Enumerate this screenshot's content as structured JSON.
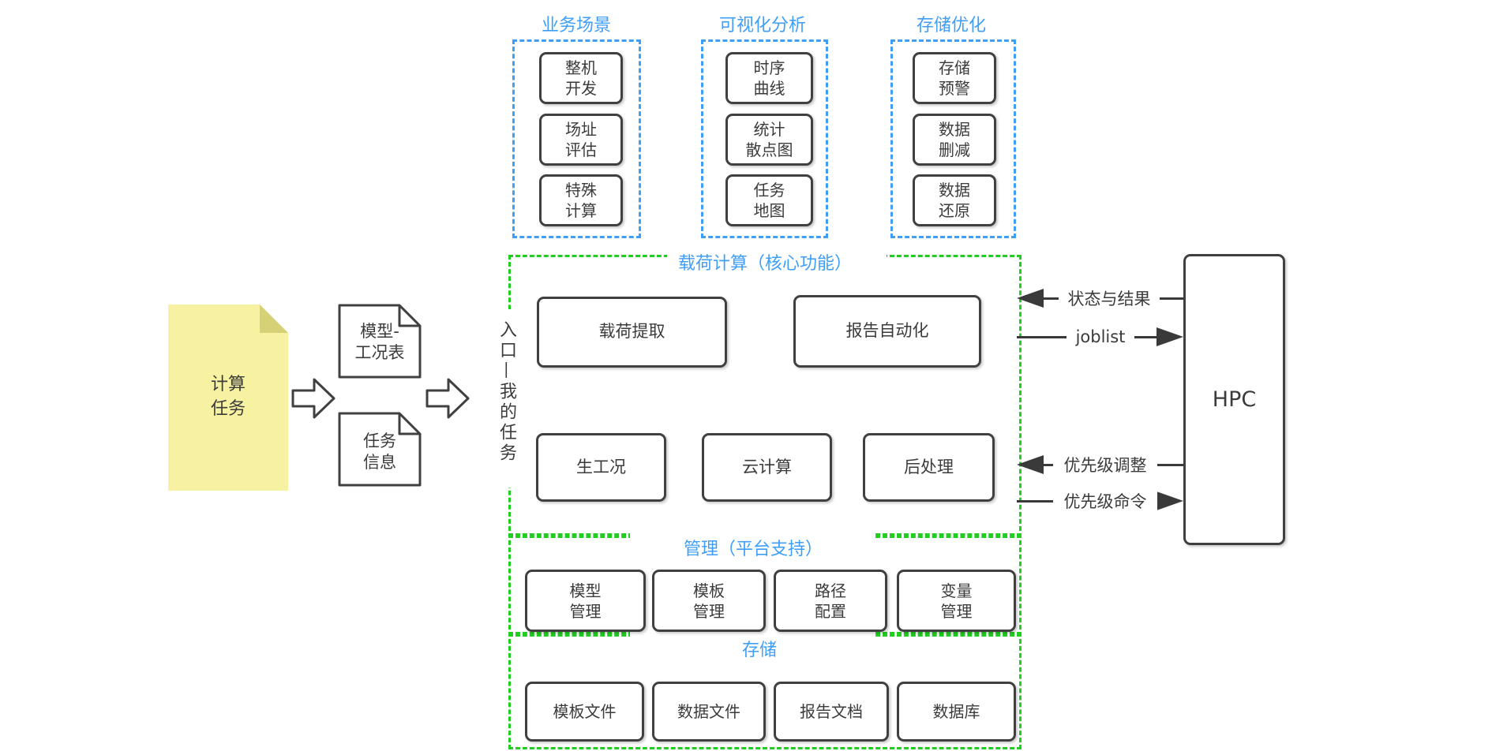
{
  "diagram": {
    "top_groups": [
      {
        "title": "业务场景",
        "items": [
          "整机\n开发",
          "场址\n评估",
          "特殊\n计算"
        ]
      },
      {
        "title": "可视化分析",
        "items": [
          "时序\n曲线",
          "统计\n散点图",
          "任务\n地图"
        ]
      },
      {
        "title": "存储优化",
        "items": [
          "存储\n预警",
          "数据\n删减",
          "数据\n还原"
        ]
      }
    ],
    "input_flow": {
      "note_label": "计算\n任务",
      "doc_labels": [
        "模型-\n工况表",
        "任务\n信息"
      ],
      "entry_label": "入口—我的任务"
    },
    "core": {
      "title": "载荷计算（核心功能）",
      "row1": [
        "载荷提取",
        "报告自动化"
      ],
      "row2": [
        "生工况",
        "云计算",
        "后处理"
      ]
    },
    "management": {
      "title": "管理（平台支持）",
      "items": [
        "模型\n管理",
        "模板\n管理",
        "路径\n配置",
        "变量\n管理"
      ]
    },
    "storage": {
      "title": "存储",
      "items": [
        "模板文件",
        "数据文件",
        "报告文档",
        "数据库"
      ]
    },
    "hpc_label": "HPC",
    "hpc_links": [
      {
        "label": "状态与结果",
        "direction": "left"
      },
      {
        "label": "joblist",
        "direction": "right"
      },
      {
        "label": "优先级调整",
        "direction": "left"
      },
      {
        "label": "优先级命令",
        "direction": "right"
      }
    ],
    "colors": {
      "accent_blue": "#3f9ef7",
      "accent_green": "#22cd22",
      "shape_border": "#404040",
      "note_fill": "#f6f2a2",
      "note_fold": "#d6d077"
    }
  }
}
